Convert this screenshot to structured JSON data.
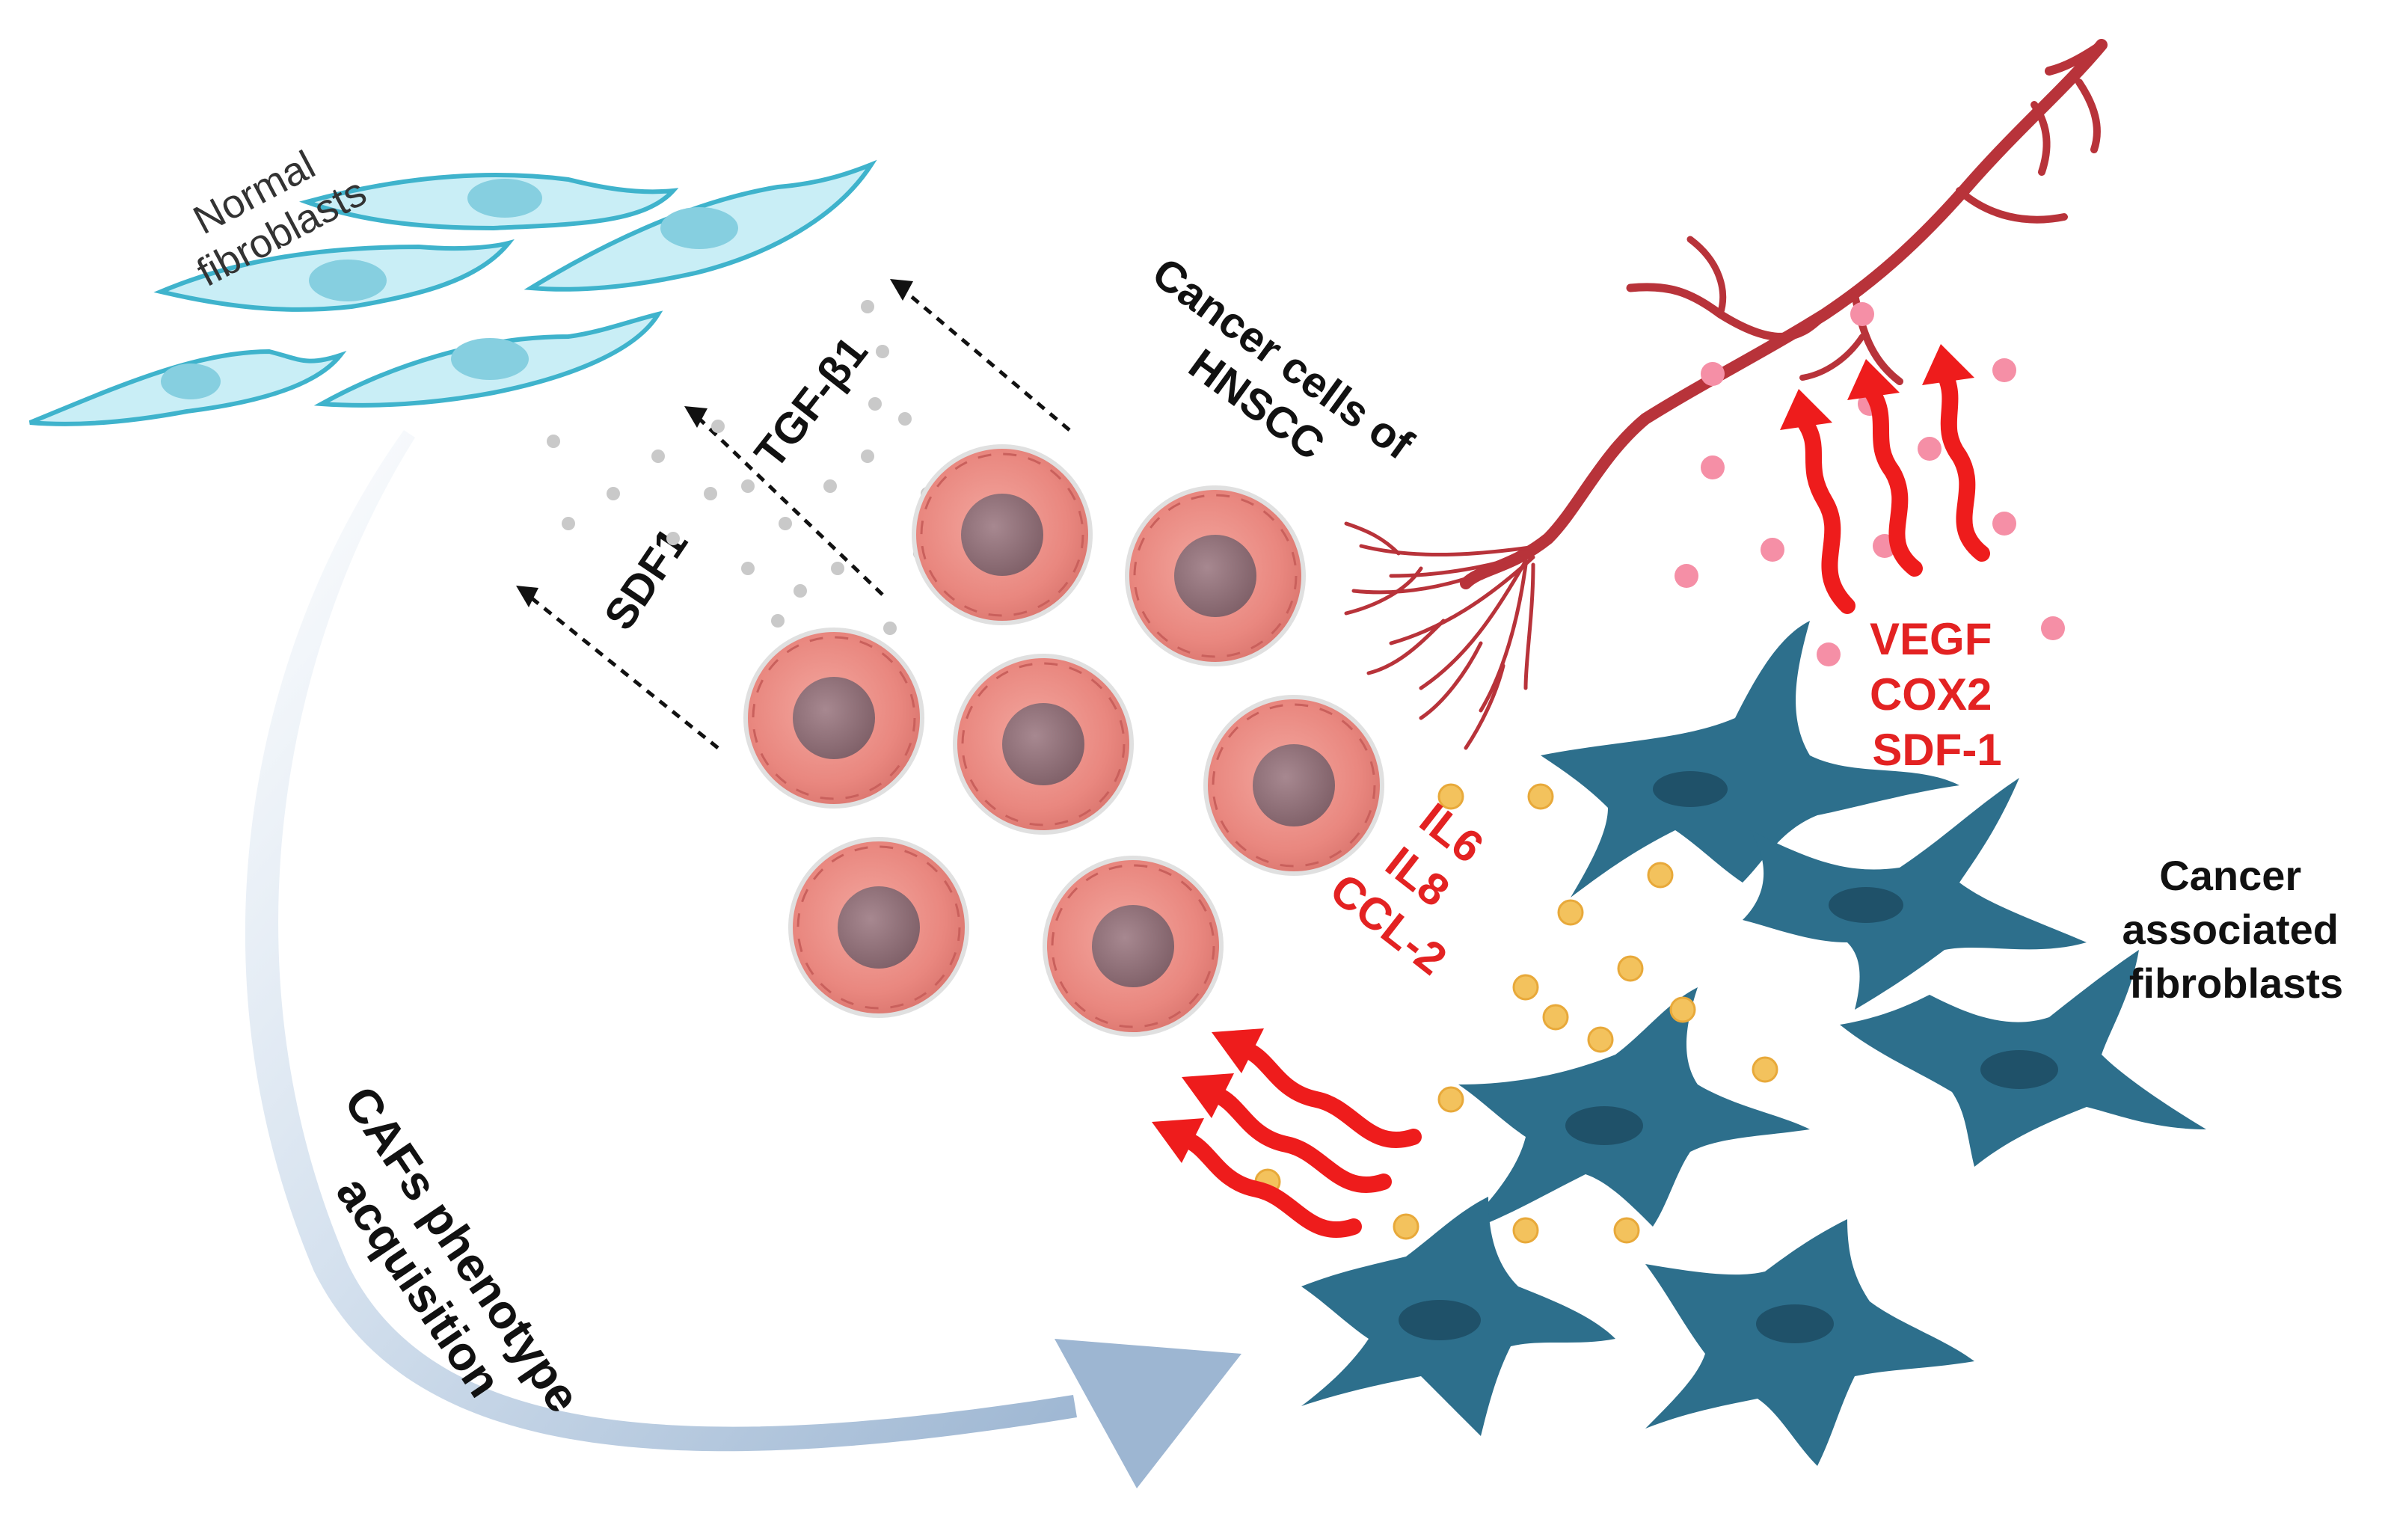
{
  "labels": {
    "normal_fibroblasts": [
      "Normal",
      "fibroblasts"
    ],
    "tgf_beta1": "TGF-β1",
    "sdf1": "SDF1",
    "cancer_cells": [
      "Cancer cells of",
      "HNSCC"
    ],
    "vegf_group": [
      "VEGF",
      "COX2",
      "SDF-1"
    ],
    "il_group": [
      "IL6",
      "IL8",
      "CCL-2"
    ],
    "cancer_associated_fibroblasts": [
      "Cancer",
      "associated",
      "fibroblasts"
    ],
    "cafs_acquisition": [
      "CAFs phenotype",
      "acquisition"
    ]
  },
  "colors": {
    "normal_fibroblast_fill": "#c9eef6",
    "normal_fibroblast_stroke": "#3fb3cc",
    "caf_fill": "#2d6f8c",
    "cancer_cell_fill": "#ea8c84",
    "cancer_cell_nucleus": "#8e6a72",
    "vessel": "#b8333a",
    "red_arrow": "#ee1c1c",
    "yellow_dot": "#f3c25d",
    "pink_dot": "#f58fa6",
    "gray_dot": "#c8c8c8",
    "curved_arrow": "#a9c0d8"
  }
}
